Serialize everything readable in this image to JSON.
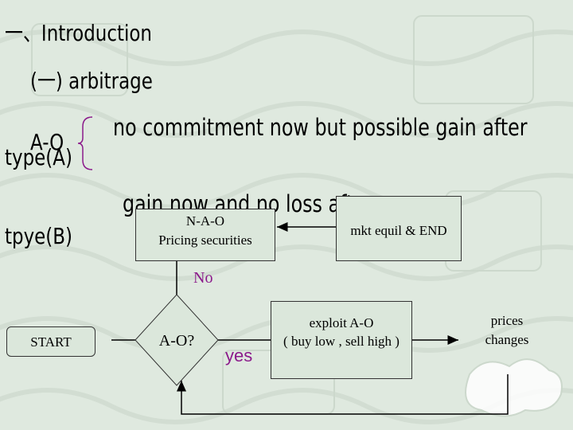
{
  "heading": "一、Introduction",
  "subheading": "(一) arbitrage",
  "types": {
    "a_abbrev": "A-O",
    "a_label": "type(A)",
    "a_desc": "no commitment now but possible gain after",
    "b_label": "tpye(B)",
    "b_desc": "gain now and no loss after"
  },
  "flowchart": {
    "start": "START",
    "decision": "A-O?",
    "yes_label": "yes",
    "no_label": "No",
    "exploit_line1": "exploit A-O",
    "exploit_line2": "( buy low , sell high )",
    "prices_line1": "prices",
    "prices_line2": "changes",
    "naо_line1": "N-A-O",
    "nao_line1": "N-A-O",
    "nao_line2": "Pricing securities",
    "mkt": "mkt equil & END"
  },
  "colors": {
    "background": "#dfe9df",
    "no_label": "#8b1a8b",
    "yes_label": "#8b1a8b",
    "bracket": "#8b1a8b",
    "lines": "#000000"
  }
}
